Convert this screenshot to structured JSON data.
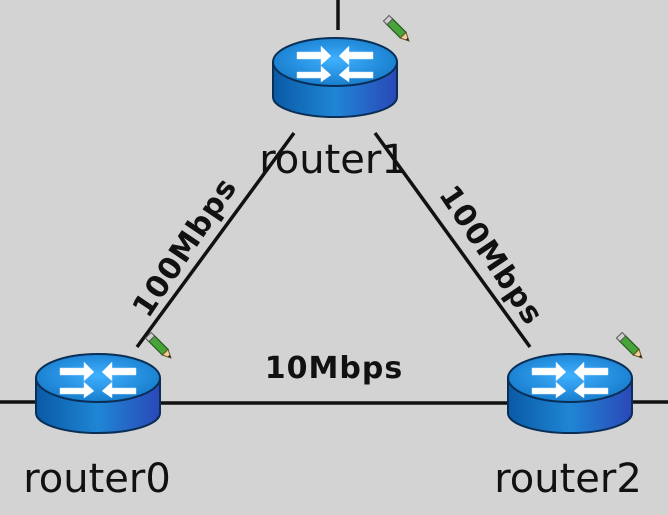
{
  "topology": {
    "routers": [
      {
        "id": "router0",
        "label": "router0",
        "icon": "router-icon"
      },
      {
        "id": "router1",
        "label": "router1",
        "icon": "router-icon"
      },
      {
        "id": "router2",
        "label": "router2",
        "icon": "router-icon"
      }
    ],
    "links": [
      {
        "from": "router0",
        "to": "router1",
        "label": "100Mbps"
      },
      {
        "from": "router1",
        "to": "router2",
        "label": "100Mbps"
      },
      {
        "from": "router0",
        "to": "router2",
        "label": "10Mbps"
      }
    ],
    "edit_marker_icon": "pencil-icon"
  },
  "colors": {
    "background": "#d3d3d3",
    "line": "#111111",
    "router_top": "#1e90d8",
    "router_side": "#0b5fa8",
    "router_arrows": "#ffffff",
    "pencil": "#4caf50"
  }
}
